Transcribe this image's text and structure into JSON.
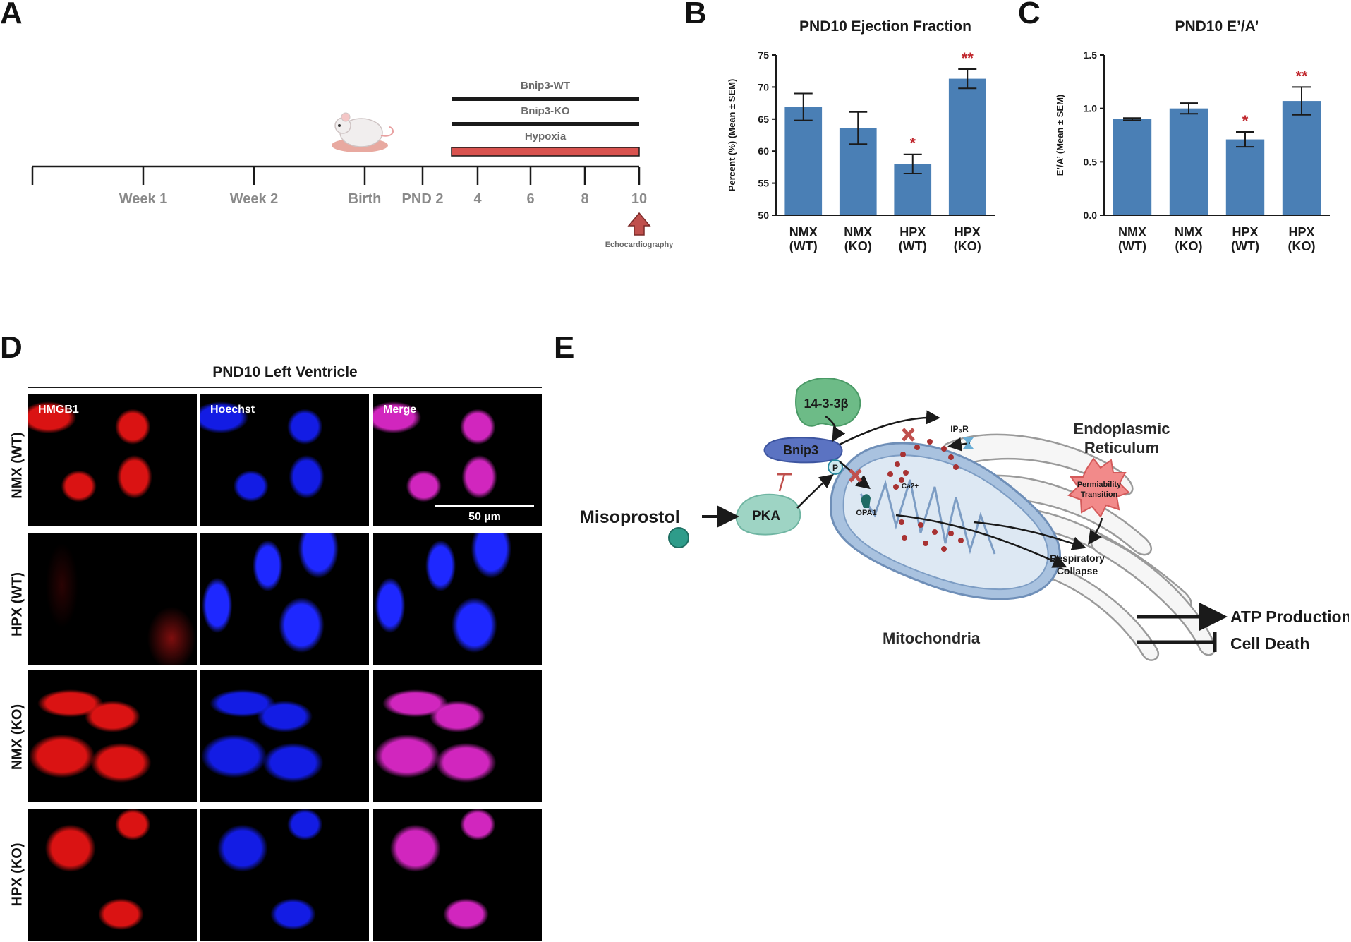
{
  "panels": {
    "a": "A",
    "b": "B",
    "c": "C",
    "d": "D",
    "e": "E"
  },
  "timeline": {
    "ticks": [
      "Week 1",
      "Week 2",
      "Birth",
      "PND 2",
      "4",
      "6",
      "8",
      "10"
    ],
    "bars": [
      "Bnip3-WT",
      "Bnip3-KO",
      "Hypoxia"
    ],
    "arrow_label": "Echocardiography",
    "colors": {
      "bar_dark": "#1a1a1a",
      "hypoxia": "#d9534f",
      "arrow": "#c0504d",
      "tick_text": "#8a8a8a"
    }
  },
  "chart_data": [
    {
      "type": "bar",
      "title": "PND10 Ejection Fraction",
      "ylabel": "Percent (%) (Mean ± SEM)",
      "categories": [
        "NMX\n(WT)",
        "NMX\n(KO)",
        "HPX\n(WT)",
        "HPX\n(KO)"
      ],
      "values": [
        66.9,
        63.6,
        58.0,
        71.3
      ],
      "errors": [
        2.1,
        2.5,
        1.5,
        1.5
      ],
      "significance": [
        "",
        "",
        "*",
        "**"
      ],
      "ylim": [
        50,
        75
      ],
      "yticks": [
        50,
        55,
        60,
        65,
        70,
        75
      ],
      "bar_color": "#4a7fb5",
      "sig_color": "#c0272d"
    },
    {
      "type": "bar",
      "title": "PND10 E’/A’",
      "ylabel": "E’/A’ (Mean ± SEM)",
      "categories": [
        "NMX\n(WT)",
        "NMX\n(KO)",
        "HPX\n(WT)",
        "HPX\n(KO)"
      ],
      "values": [
        0.9,
        1.0,
        0.71,
        1.07
      ],
      "errors": [
        0.01,
        0.05,
        0.07,
        0.13
      ],
      "significance": [
        "",
        "",
        "*",
        "**"
      ],
      "ylim": [
        0,
        1.5
      ],
      "yticks": [
        "0.0",
        "0.5",
        "1.0",
        "1.5"
      ],
      "bar_color": "#4a7fb5",
      "sig_color": "#c0272d"
    }
  ],
  "micro": {
    "title": "PND10 Left Ventricle",
    "columns": [
      "HMGB1",
      "Hoechst",
      "Merge"
    ],
    "rows": [
      "NMX (WT)",
      "HPX (WT)",
      "NMX (KO)",
      "HPX (KO)"
    ],
    "scale_bar": "50 µm"
  },
  "pathway": {
    "misoprostol": "Misoprostol",
    "pka": "PKA",
    "bnip3": "Bnip3",
    "phospho": "P",
    "protein_1433": "14-3-3β",
    "ip3r": "IP₃R",
    "ca": "Ca2+",
    "er_line1": "Endoplasmic",
    "er_line2": "Reticulum",
    "opa1": "OPA1",
    "mito": "Mitochondria",
    "ptp_line1": "Permiability",
    "ptp_line2": "Transition",
    "resp_line1": "Respiratory",
    "resp_line2": "Collapse",
    "atp": "ATP Production",
    "death": "Cell Death"
  }
}
